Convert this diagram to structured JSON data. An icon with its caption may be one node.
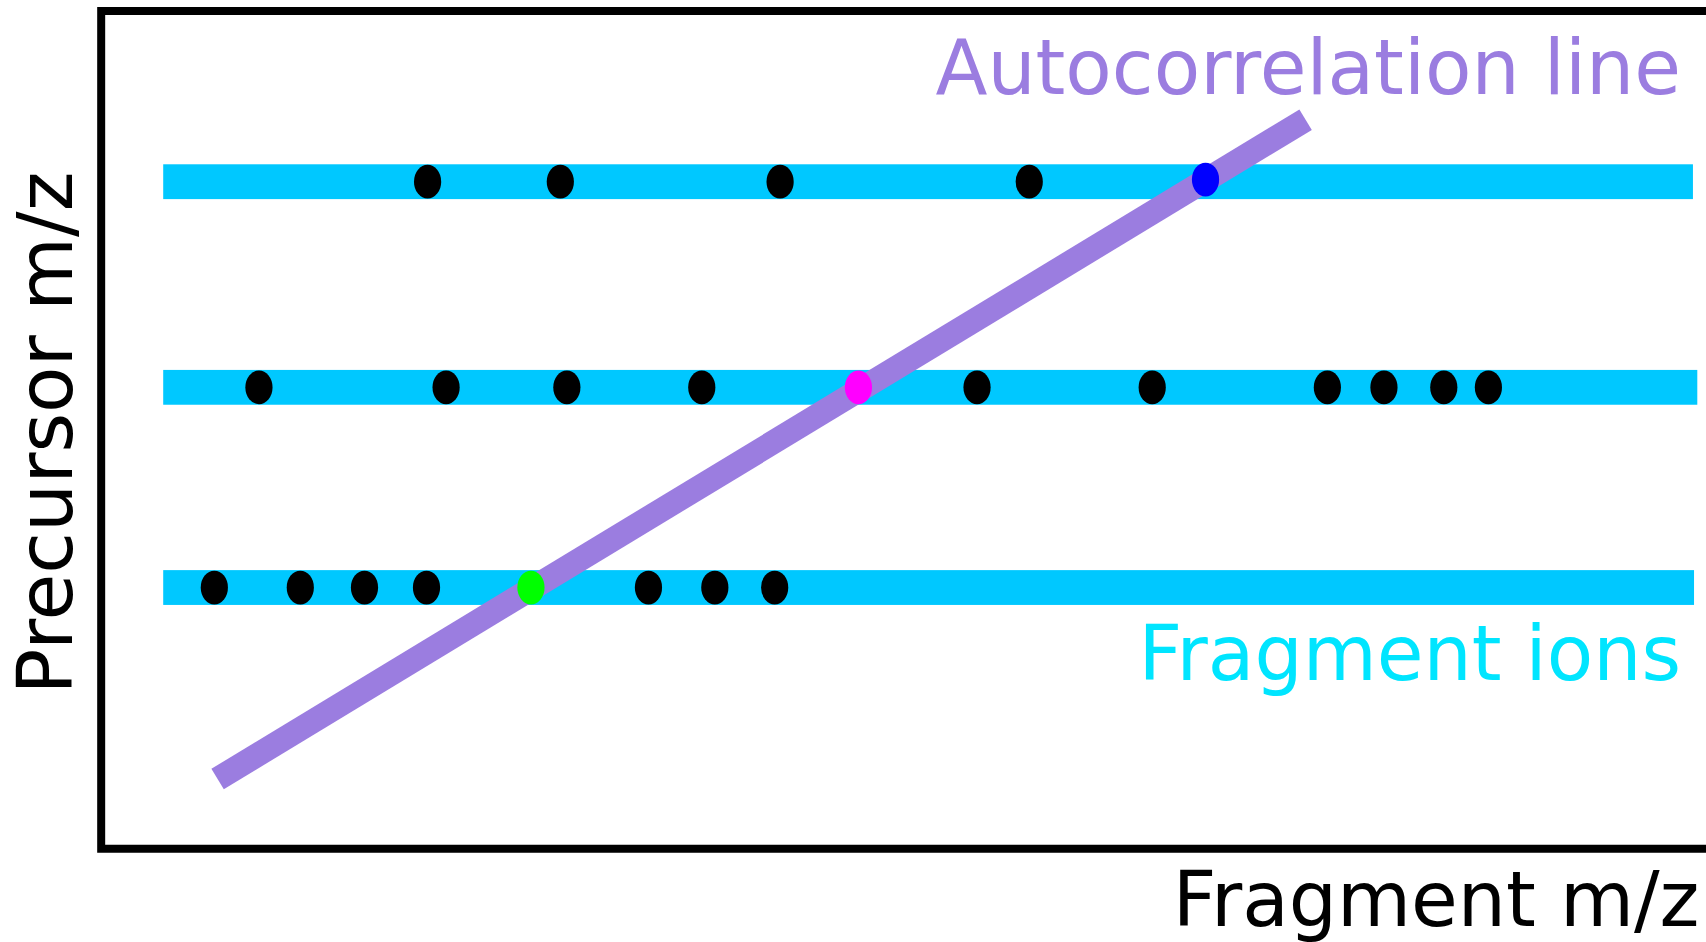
{
  "diagram": {
    "labels": [
      "Autocorrelation line",
      "Precursor m/z",
      "Fragment ions",
      "Fragment m/z"
    ]
  }
}
